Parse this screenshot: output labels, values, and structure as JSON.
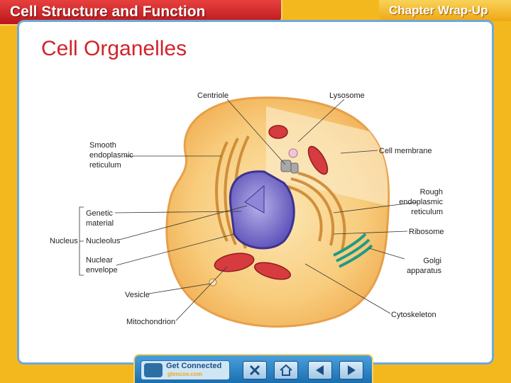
{
  "header": {
    "title": "Cell Structure and Function",
    "section_tab": "Chapter Wrap-Up"
  },
  "slide": {
    "heading": "Cell Organelles",
    "labels": {
      "centriole": "Centriole",
      "lysosome": "Lysosome",
      "smooth_er": "Smooth\nendoplasmic\nreticulum",
      "cell_membrane": "Cell membrane",
      "rough_er": "Rough\nendoplasmic\nreticulum",
      "genetic_material": "Genetic\nmaterial",
      "nucleus": "Nucleus",
      "nucleolus": "Nucleolus",
      "nuclear_envelope": "Nuclear\nenvelope",
      "ribosome": "Ribosome",
      "golgi": "Golgi\napparatus",
      "vesicle": "Vesicle",
      "mitochondrion": "Mitochondrion",
      "cytoskeleton": "Cytoskeleton"
    }
  },
  "footer": {
    "get_connected": "Get Connected",
    "url": "glencoe.com",
    "buttons": [
      "close-icon",
      "home-icon",
      "previous-arrow-icon",
      "next-arrow-icon"
    ]
  },
  "colors": {
    "background": "#f4b81f",
    "title_red": "#d0242a",
    "panel_border": "#6fa8d8",
    "nav_blue": "#1a6fb0"
  }
}
